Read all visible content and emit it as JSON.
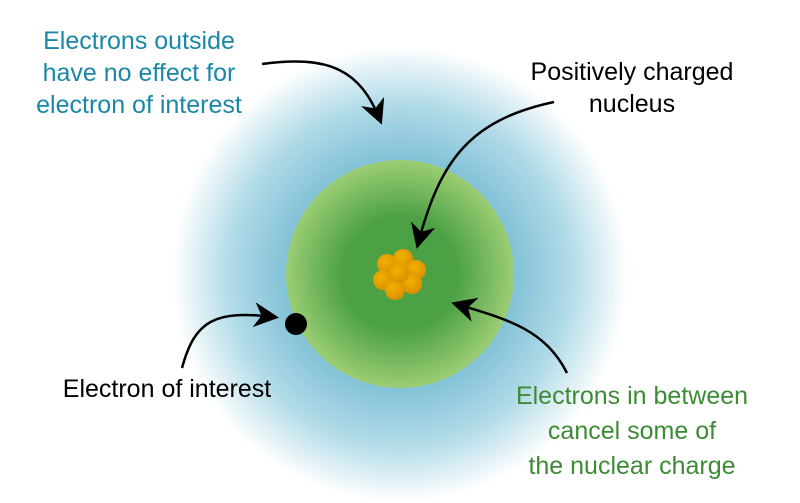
{
  "labels": {
    "outside": [
      "Electrons outside",
      "have no effect for",
      "electron of interest"
    ],
    "nucleus": [
      "Positively charged",
      "nucleus"
    ],
    "electron": [
      "Electron of interest"
    ],
    "between": [
      "Electrons in between",
      "cancel some of",
      "the nuclear charge"
    ]
  },
  "colors": {
    "outside_text": "#1a87a8",
    "between_text": "#3d8b35",
    "black_text": "#000000",
    "inner_sphere": "#4ca145",
    "outer_glow": "#7fc0d6",
    "nucleus": "#e8a000"
  }
}
